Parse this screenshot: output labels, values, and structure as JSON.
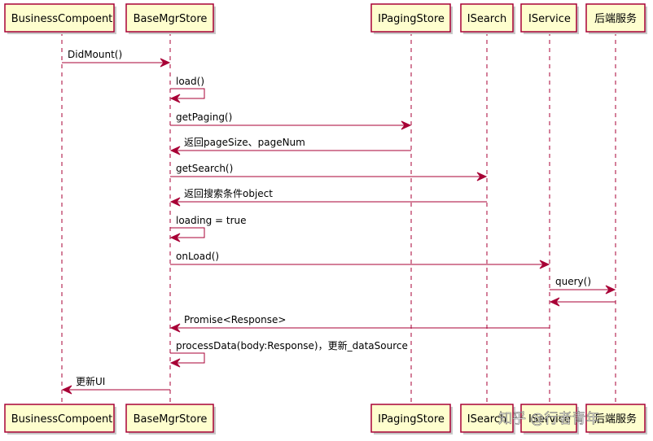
{
  "participants": [
    {
      "id": "bc",
      "label": "BusinessCompoent"
    },
    {
      "id": "bm",
      "label": "BaseMgrStore"
    },
    {
      "id": "ip",
      "label": "IPagingStore"
    },
    {
      "id": "is",
      "label": "ISearch"
    },
    {
      "id": "sv",
      "label": "IService"
    },
    {
      "id": "be",
      "label": "后端服务"
    }
  ],
  "messages": [
    {
      "from": "bc",
      "to": "bm",
      "label": "DidMount()"
    },
    {
      "from": "bm",
      "to": "bm",
      "label": "load()"
    },
    {
      "from": "bm",
      "to": "ip",
      "label": "getPaging()"
    },
    {
      "from": "ip",
      "to": "bm",
      "label": "返回pageSize、pageNum"
    },
    {
      "from": "bm",
      "to": "is",
      "label": "getSearch()"
    },
    {
      "from": "is",
      "to": "bm",
      "label": "返回搜索条件object"
    },
    {
      "from": "bm",
      "to": "bm",
      "label": "loading = true"
    },
    {
      "from": "bm",
      "to": "sv",
      "label": "onLoad()"
    },
    {
      "from": "sv",
      "to": "be",
      "label": "query()"
    },
    {
      "from": "be",
      "to": "sv",
      "label": ""
    },
    {
      "from": "sv",
      "to": "bm",
      "label": "Promise<Response>"
    },
    {
      "from": "bm",
      "to": "bm",
      "label": "processData(body:Response)，更新_dataSource"
    },
    {
      "from": "bm",
      "to": "bc",
      "label": "更新UI"
    }
  ],
  "colors": {
    "line": "#a80036",
    "box_fill": "#fefece"
  },
  "watermark": "知乎 @行者青年"
}
